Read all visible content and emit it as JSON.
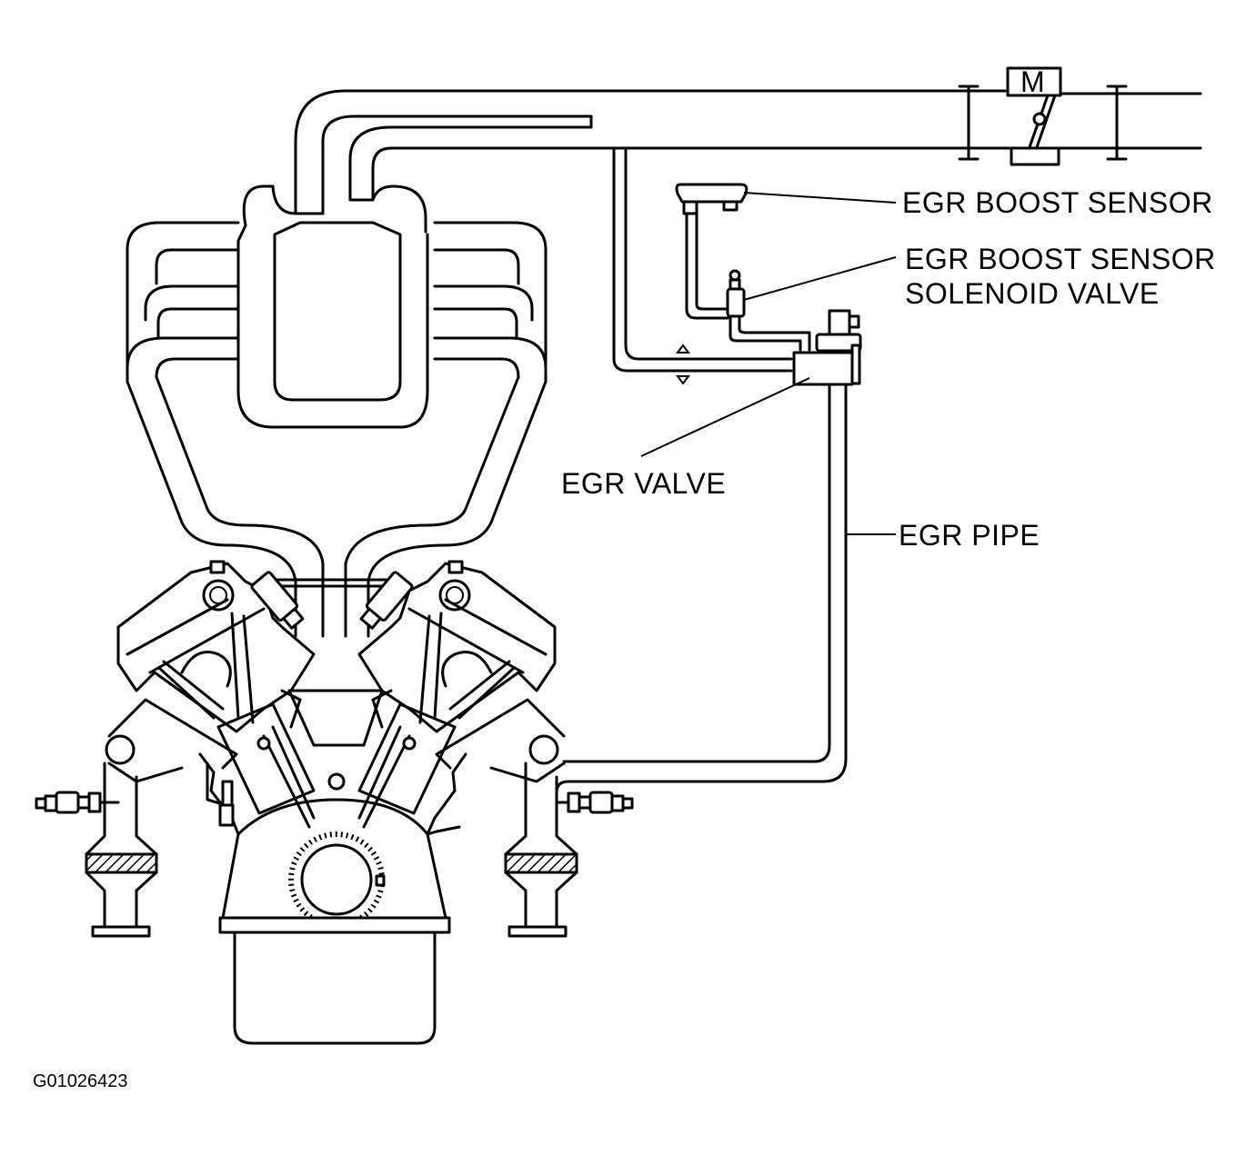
{
  "labels": {
    "egr_boost_sensor": "EGR BOOST SENSOR",
    "egr_boost_sensor_solenoid_valve_line1": "EGR BOOST SENSOR",
    "egr_boost_sensor_solenoid_valve_line2": "SOLENOID VALVE",
    "egr_valve": "EGR VALVE",
    "egr_pipe": "EGR PIPE",
    "throttle_motor_mark": "M"
  },
  "figure_code": "G01026423"
}
